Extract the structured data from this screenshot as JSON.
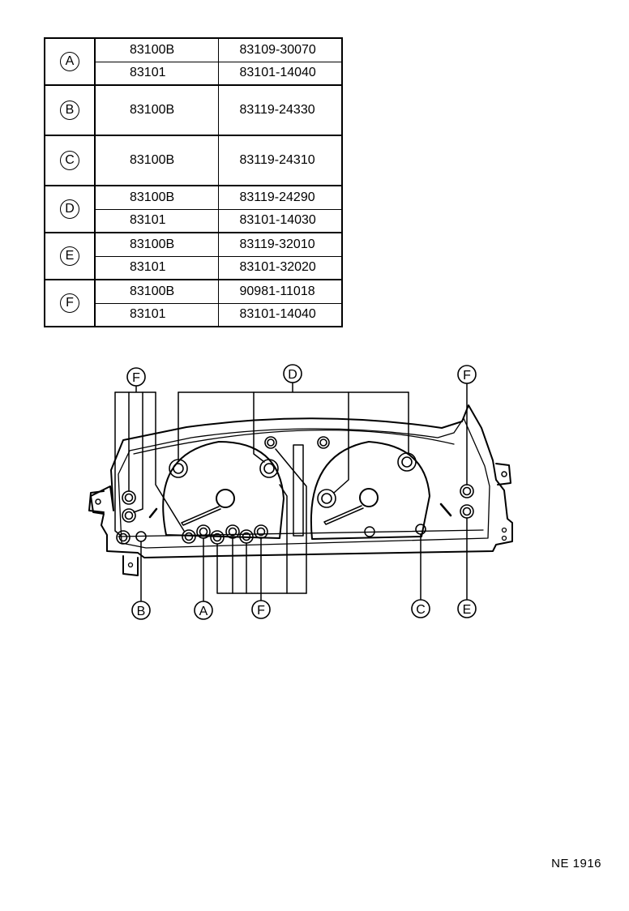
{
  "parts_table": [
    {
      "label": "A",
      "rows": [
        {
          "ref": "83100B",
          "part": "83109-30070"
        },
        {
          "ref": "83101",
          "part": "83101-14040"
        }
      ]
    },
    {
      "label": "B",
      "rows": [
        {
          "ref": "83100B",
          "part": "83119-24330"
        }
      ]
    },
    {
      "label": "C",
      "rows": [
        {
          "ref": "83100B",
          "part": "83119-24310"
        }
      ]
    },
    {
      "label": "D",
      "rows": [
        {
          "ref": "83100B",
          "part": "83119-24290"
        },
        {
          "ref": "83101",
          "part": "83101-14030"
        }
      ]
    },
    {
      "label": "E",
      "rows": [
        {
          "ref": "83100B",
          "part": "83119-32010"
        },
        {
          "ref": "83101",
          "part": "83101-32020"
        }
      ]
    },
    {
      "label": "F",
      "rows": [
        {
          "ref": "83100B",
          "part": "90981-11018"
        },
        {
          "ref": "83101",
          "part": "83101-14040"
        }
      ]
    }
  ],
  "callouts": {
    "f_top_left": "F",
    "d_top": "D",
    "f_top_right": "F",
    "b_bottom": "B",
    "a_bottom": "A",
    "f_bottom": "F",
    "c_bottom": "C",
    "e_bottom": "E"
  },
  "footer_code": "NE 1916"
}
